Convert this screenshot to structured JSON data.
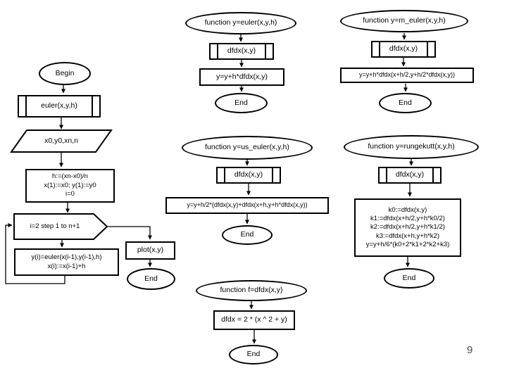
{
  "page": {
    "number": "9"
  },
  "main_flow": {
    "begin": "Begin",
    "call_euler": "euler(x,y,h)",
    "input": "x0,y0,xn,n",
    "init": [
      "h:=(xn-x0)/n",
      "x(1):=x0; y(1):=y0",
      "i=0"
    ],
    "loop": "i=2  step 1  to n+1",
    "body": [
      "y(i)=euler(x(i-1),y(i-1),h)",
      "x(i):=x(i-1)+h"
    ],
    "plot": "plot(x,y)",
    "end": "End"
  },
  "euler_fn": {
    "title": "function y=euler(x,y,h)",
    "call": "dfdx(x,y)",
    "step": "y=y+h*dfdx(x,y)",
    "end": "End"
  },
  "m_euler_fn": {
    "title": "function y=m_euler(x,y,h)",
    "call": "dfdx(x,y)",
    "step": "y=y+h*dfdx(x+h/2,y+h/2*dfdx(x,y))",
    "end": "End"
  },
  "us_euler_fn": {
    "title": "function y=us_euler(x,y,h)",
    "call": "dfdx(x,y)",
    "step": "y=y+h/2*(dfdx(x,y)+dfdx(x+h,y+h*dfdx(x,y))",
    "end": "End"
  },
  "rungekutt_fn": {
    "title": "function y=rungekutt(x,y,h)",
    "call": "dfdx(x,y)",
    "steps": [
      "k0:=dfdx(x,y)",
      "k1:=dfdx(x+h/2,y+h*k0/2)",
      "k2:=dfdx(x+h/2,y+h*k1/2)",
      "k3:=dfdx(x+h,y+h*k2)",
      "y=y+h/6*(k0+2*k1+2*k2+k3)"
    ],
    "end": "End"
  },
  "dfdx_fn": {
    "title": "function f=dfdx(x,y)",
    "step": "dfdx = 2 * (x ^ 2 + y)",
    "end": "End"
  },
  "colors": {
    "stroke": "#000000",
    "background": "#ffffff",
    "page_number": "#4a4a4a"
  }
}
